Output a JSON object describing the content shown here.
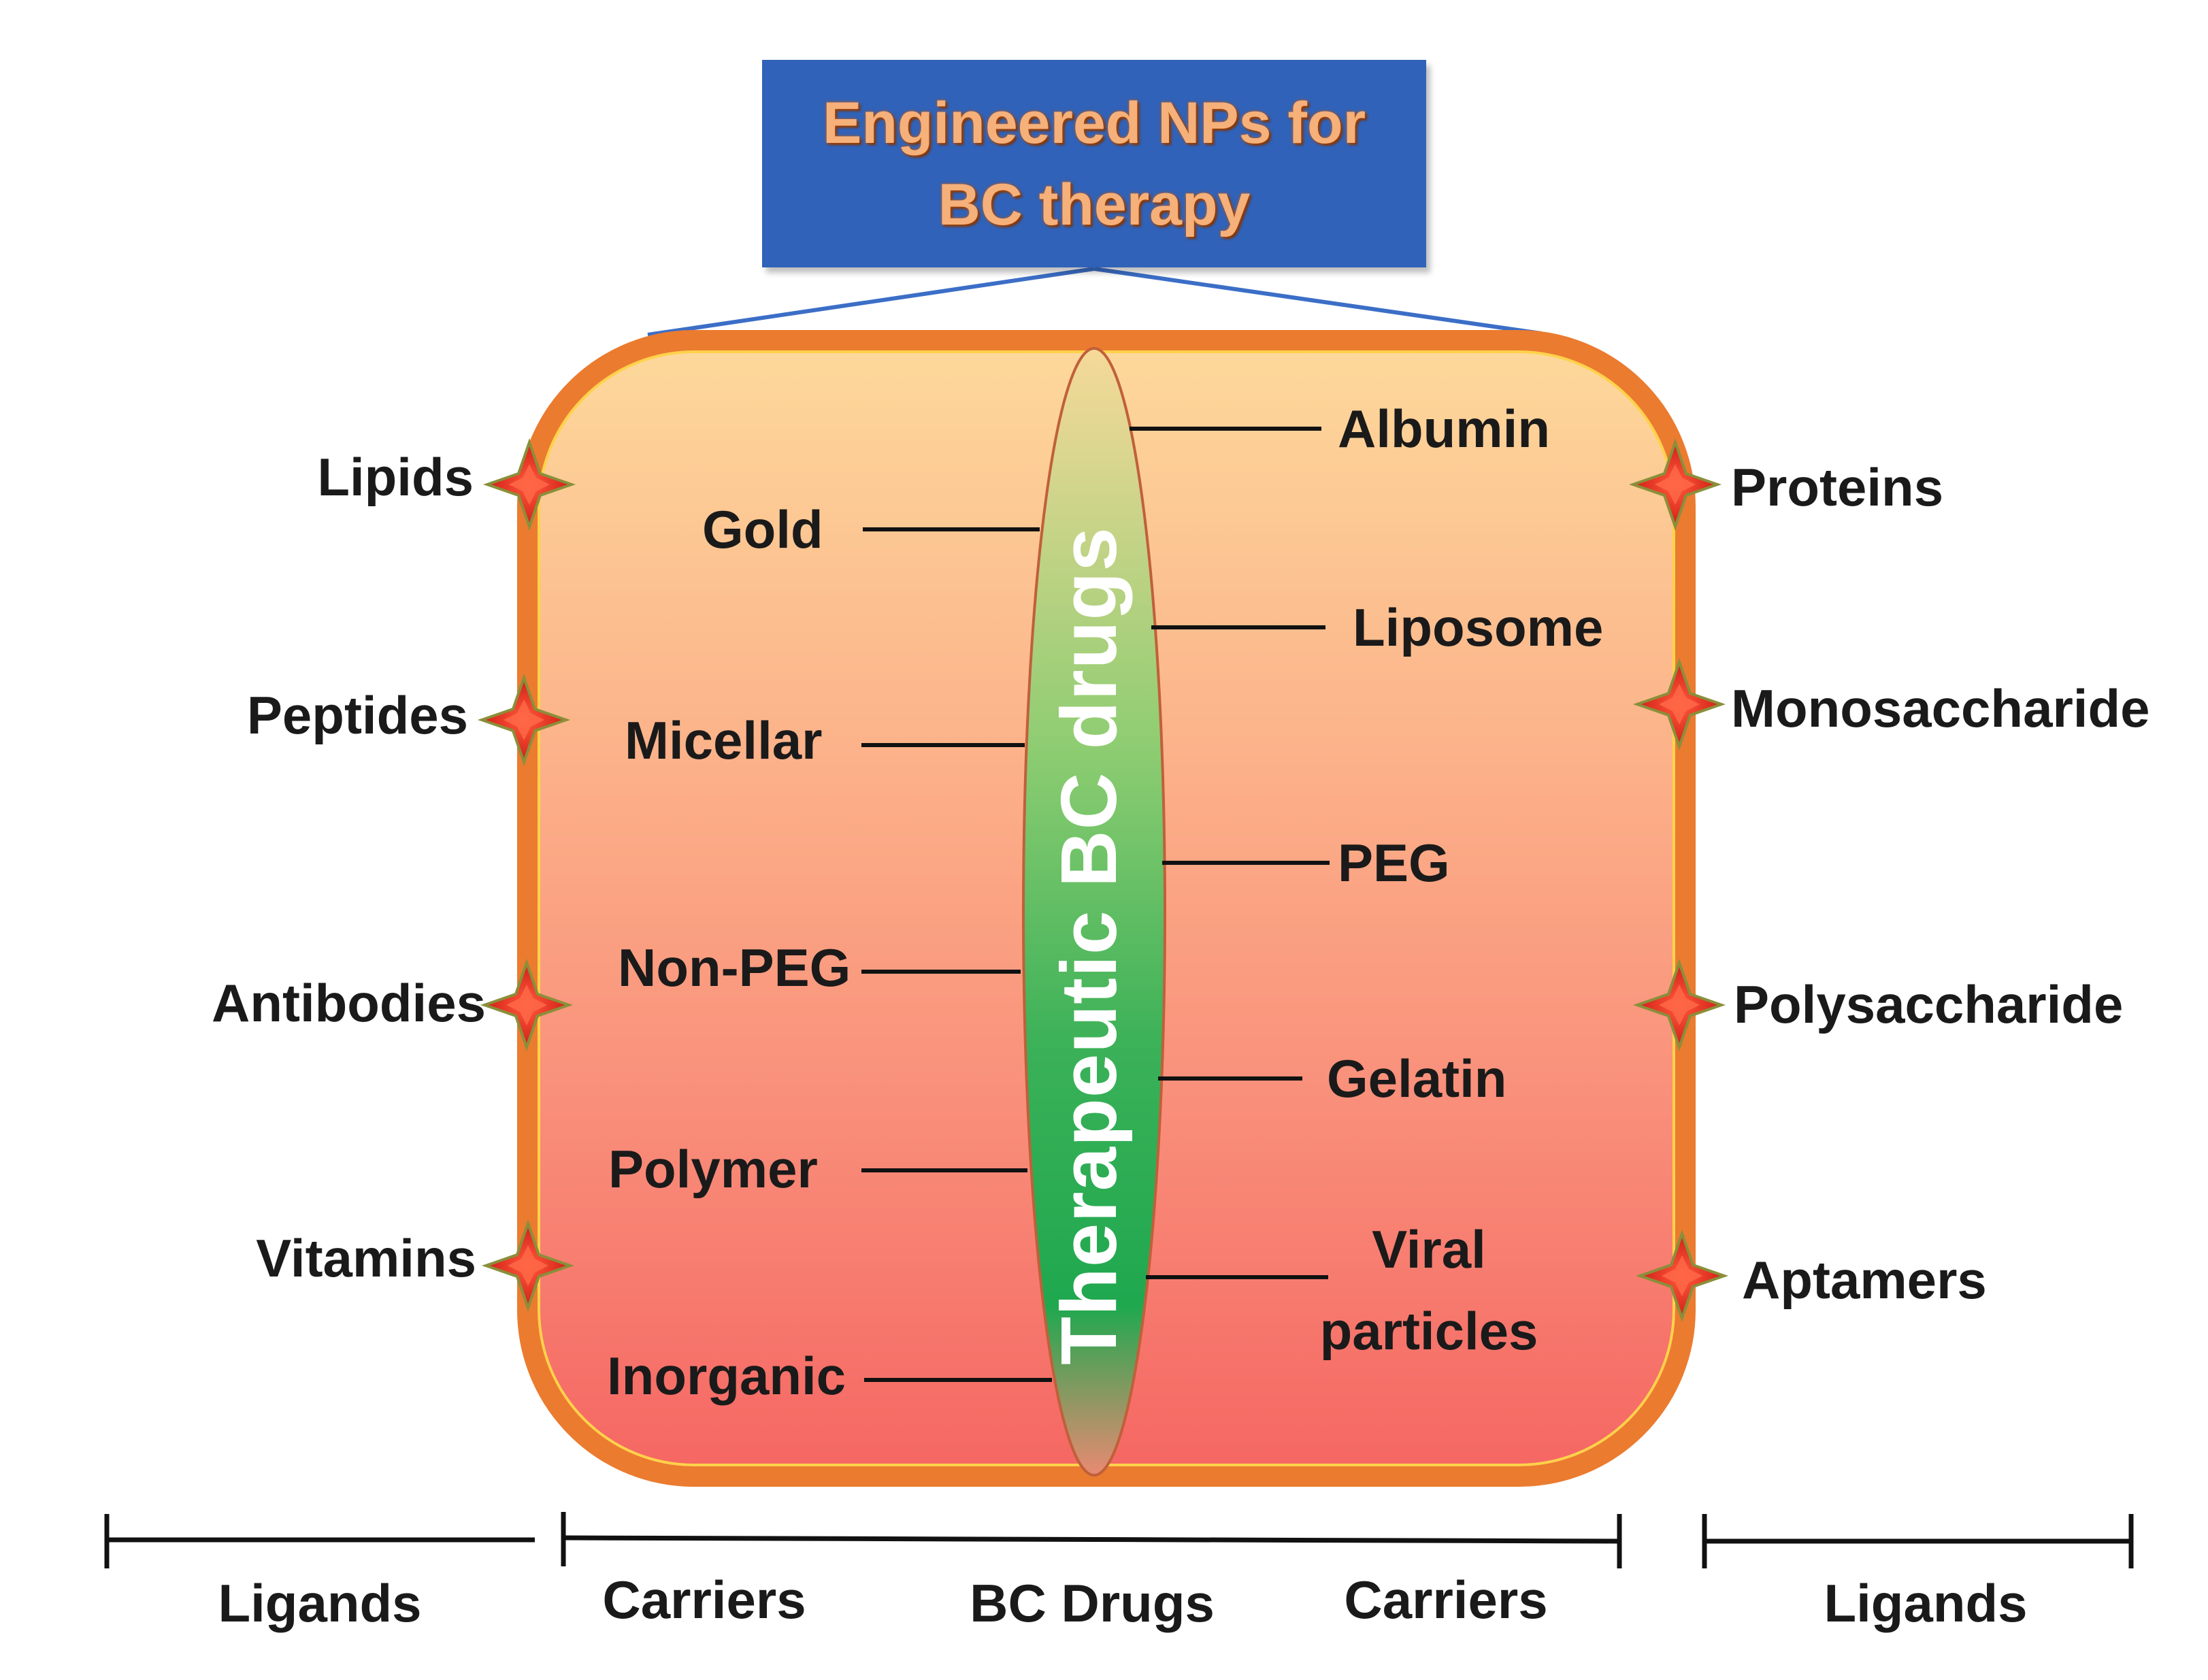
{
  "title": {
    "line1": "Engineered NPs for",
    "line2": "BC therapy"
  },
  "core_label": "Therapeutic BC drugs",
  "ligands_left": [
    "Lipids",
    "Peptides",
    "Antibodies",
    "Vitamins"
  ],
  "ligands_right": [
    "Proteins",
    "Monosaccharide",
    "Polysaccharide",
    "Aptamers"
  ],
  "carriers_left": [
    "Gold",
    "Micellar",
    "Non-PEG",
    "Polymer",
    "Inorganic"
  ],
  "carriers_right": [
    "Albumin",
    "Liposome",
    "PEG",
    "Gelatin",
    "Viral particles"
  ],
  "bottom": {
    "ligands_left": "Ligands",
    "carriers_left": "Carriers",
    "drugs": "BC Drugs",
    "carriers_right": "Carriers",
    "ligands_right": "Ligands"
  },
  "colors": {
    "title_bg": "#2f62b8",
    "title_text": "#f6b07a",
    "nanoparticle_border": "#eb7b2f",
    "nanoparticle_top": "#fdd89b",
    "nanoparticle_bottom": "#f56763",
    "core_green": "#1fa84f",
    "ligand_marker": "#e8201b"
  },
  "icons": {
    "ligand_marker": "red-four-point-star-icon"
  }
}
